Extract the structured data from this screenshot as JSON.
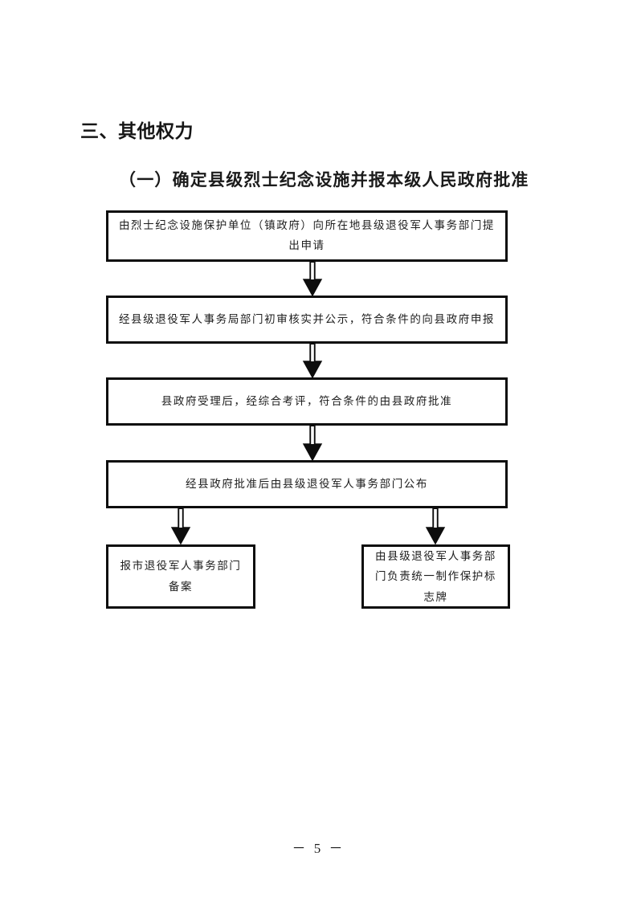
{
  "document": {
    "section_heading": "三、其他权力",
    "sub_heading": "（一）确定县级烈士纪念设施并报本级人民政府批准",
    "page_number": "－ 5 －"
  },
  "flowchart": {
    "type": "flowchart",
    "orientation": "top-to-bottom",
    "nodes": [
      {
        "id": "n1",
        "label": "由烈士纪念设施保护单位（镇政府）向所在地县级退役军人事务部门提出申请"
      },
      {
        "id": "n2",
        "label": "经县级退役军人事务局部门初审核实并公示，符合条件的向县政府申报"
      },
      {
        "id": "n3",
        "label": "县政府受理后，经综合考评，符合条件的由县政府批准"
      },
      {
        "id": "n4",
        "label": "经县政府批准后由县级退役军人事务部门公布"
      },
      {
        "id": "b1",
        "label": "报市退役军人事务部门备案"
      },
      {
        "id": "b2",
        "label": "由县级退役军人事务部门负责统一制作保护标志牌"
      }
    ],
    "edges": [
      {
        "from": "n1",
        "to": "n2",
        "style": "down-arrow"
      },
      {
        "from": "n2",
        "to": "n3",
        "style": "down-arrow"
      },
      {
        "from": "n3",
        "to": "n4",
        "style": "down-arrow"
      },
      {
        "from": "n4",
        "to": "b1",
        "style": "down-arrow"
      },
      {
        "from": "n4",
        "to": "b2",
        "style": "down-arrow"
      }
    ],
    "colors": {
      "border": "#0d0d0d",
      "fill": "#ffffff",
      "text": "#1d1d1d",
      "arrow": "#0d0d0d"
    }
  }
}
